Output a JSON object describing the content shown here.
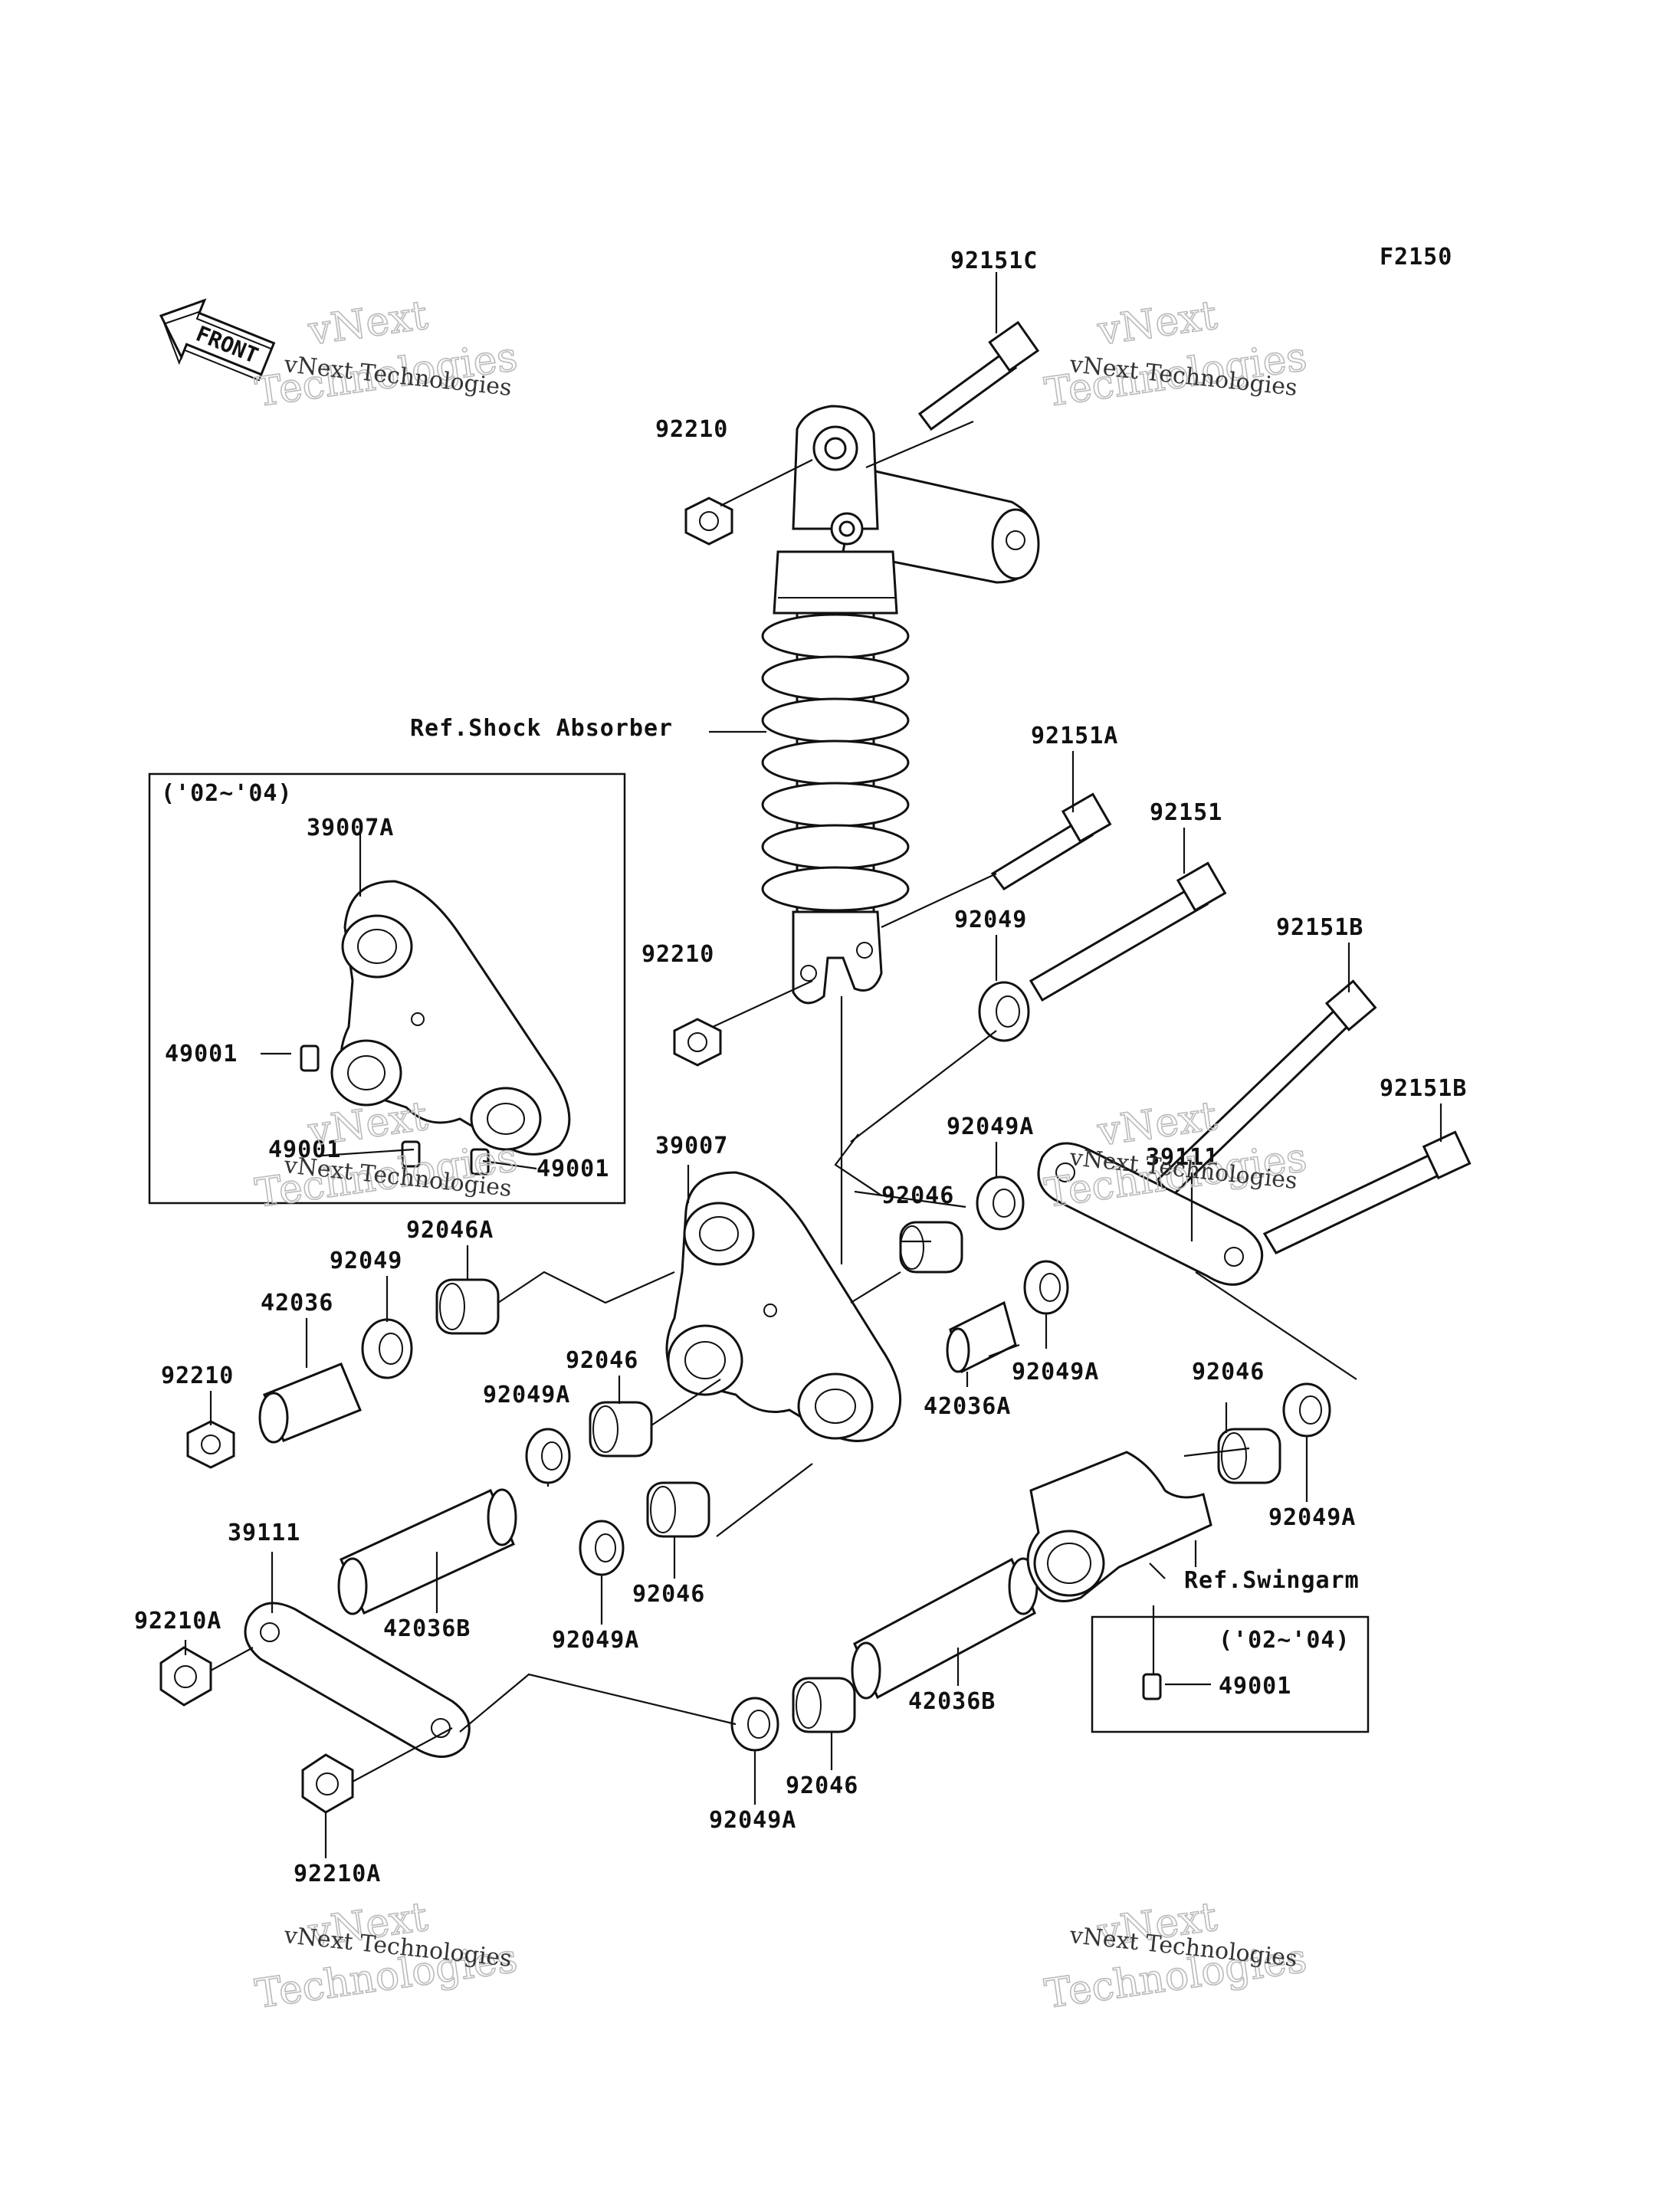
{
  "diagram_code": "F2150",
  "front_arrow_label": "FRONT",
  "inset_top": {
    "years": "('02~'04)"
  },
  "inset_bottom": {
    "years": "('02~'04)"
  },
  "refs": {
    "shock_absorber": "Ref.Shock Absorber",
    "swingarm": "Ref.Swingarm"
  },
  "labels": {
    "p92151C": "92151C",
    "p92210_top": "92210",
    "p92151A": "92151A",
    "p92151": "92151",
    "p92049_right": "92049",
    "p92210_mid": "92210",
    "p92151B_a": "92151B",
    "p92151B_b": "92151B",
    "p39007A": "39007A",
    "p49001_inset_left": "49001",
    "p49001_inset_bottom": "49001",
    "p49001_inset_right": "49001",
    "p92049A_right": "92049A",
    "p39111_right": "39111",
    "p39007": "39007",
    "p92046_upper": "92046",
    "p92046A": "92046A",
    "p92049_left": "92049",
    "p42036": "42036",
    "p92210_left": "92210",
    "p92046_mid": "92046",
    "p92049A_mid": "92049A",
    "p42036A": "42036A",
    "p92049A_right2": "92049A",
    "p92046_right": "92046",
    "p92049A_far": "92049A",
    "p39111_left": "39111",
    "p92210A_top": "92210A",
    "p42036B_left": "42036B",
    "p92046_lower": "92046",
    "p92049A_lower": "92049A",
    "p42036B_right": "42036B",
    "p49001_swing": "49001",
    "p92046_bottom": "92046",
    "p92049A_bottom": "92049A",
    "p92210A_bottom": "92210A"
  },
  "watermark": {
    "company": "vNext Technologies",
    "line1": "vNext",
    "line2": "Technologies"
  }
}
